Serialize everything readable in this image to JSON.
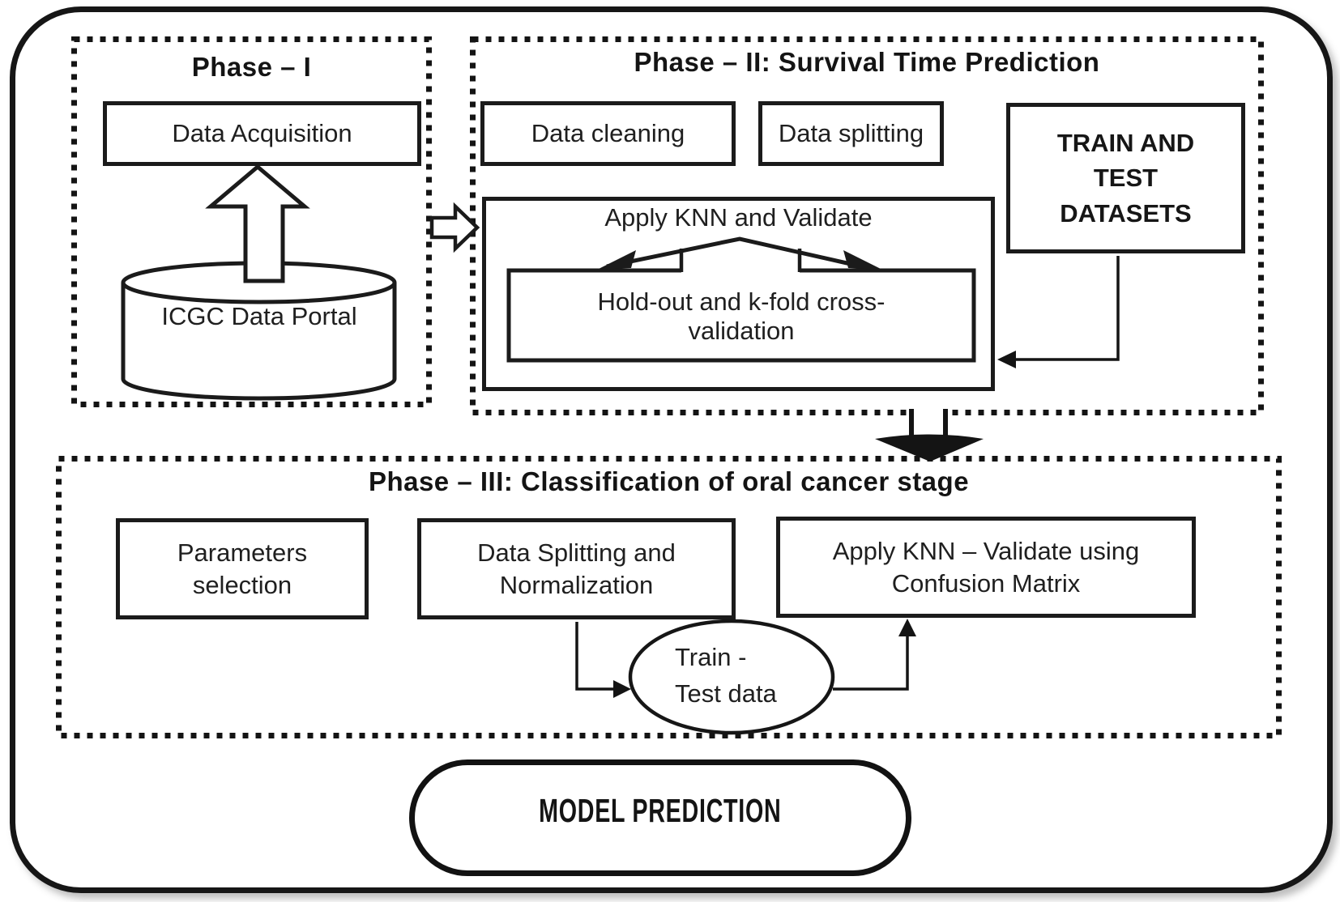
{
  "colors": {
    "ink": "#161616",
    "paper": "#ffffff"
  },
  "phase1": {
    "title": "Phase – I",
    "data_acquisition": "Data Acquisition",
    "database": "ICGC Data Portal"
  },
  "phase2": {
    "title": "Phase – II: Survival Time Prediction",
    "data_cleaning": "Data cleaning",
    "data_splitting": "Data splitting",
    "train_test_datasets": "TRAIN AND TEST DATASETS",
    "apply_knn": "Apply KNN and Validate",
    "holdout": "Hold-out and k-fold cross-validation"
  },
  "phase3": {
    "title": "Phase – III: Classification of oral cancer stage",
    "parameters_selection": "Parameters selection",
    "splitting_normalization": "Data Splitting and Normalization",
    "apply_knn_confusion": "Apply KNN – Validate using Confusion Matrix",
    "ellipse_line1": "Train -",
    "ellipse_line2": "Test data"
  },
  "footer": {
    "model_prediction": "MODEL PREDICTION"
  }
}
